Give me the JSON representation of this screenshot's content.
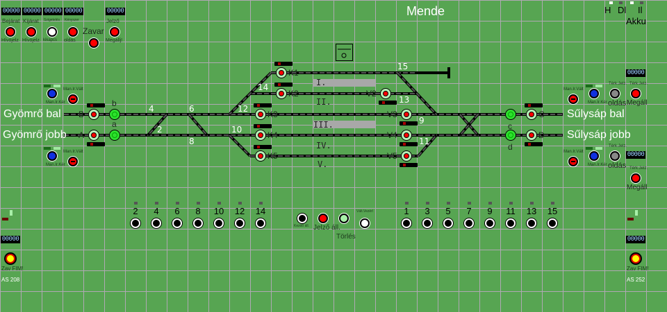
{
  "title": "Mende",
  "status_indicators": [
    "H",
    "Dl",
    "Akku",
    "Il"
  ],
  "top_counters": [
    "00000",
    "00000",
    "00000",
    "00000",
    "00000"
  ],
  "top_buttons": [
    {
      "top": "Bejárat",
      "bottom": "Hívójelz",
      "color": "red"
    },
    {
      "top": "Kijárat",
      "bottom": "Hívójelz",
      "color": "red"
    },
    {
      "top": "Szigetelés",
      "bottom": "kikapcs",
      "color": "white"
    },
    {
      "top": "Kényszer",
      "bottom": "oldás",
      "color": "red"
    },
    {
      "top": "Zavar",
      "bottom": "",
      "color": "red"
    },
    {
      "top": "Jelző",
      "bottom": "Megállj!",
      "color": "red"
    }
  ],
  "line_labels": {
    "left_top": "Gyömrő bal",
    "left_bottom": "Gyömrő jobb",
    "right_top": "Sűlysáp bal",
    "right_bottom": "Sűlysáp jobb"
  },
  "track_names": [
    "I.",
    "II.",
    "III.",
    "IV.",
    "V."
  ],
  "switch_numbers": [
    "2",
    "4",
    "6",
    "8",
    "10",
    "12",
    "14",
    "9",
    "11",
    "13",
    "15"
  ],
  "signals": [
    {
      "id": "B",
      "state": "red"
    },
    {
      "id": "A",
      "state": "red"
    },
    {
      "id": "b",
      "state": "green"
    },
    {
      "id": "a",
      "state": "green"
    },
    {
      "id": "C",
      "state": "red"
    },
    {
      "id": "D",
      "state": "red"
    },
    {
      "id": "c",
      "state": "green"
    },
    {
      "id": "d",
      "state": "green"
    },
    {
      "id": "K1",
      "state": "red"
    },
    {
      "id": "K2",
      "state": "red"
    },
    {
      "id": "K3",
      "state": "red"
    },
    {
      "id": "K4",
      "state": "red"
    },
    {
      "id": "K5",
      "state": "red"
    },
    {
      "id": "V2",
      "state": "red"
    },
    {
      "id": "V3",
      "state": "red"
    },
    {
      "id": "V4",
      "state": "red"
    },
    {
      "id": "V5",
      "state": "red"
    }
  ],
  "side_panels": {
    "man_kér": "Man.Ir.Kér",
    "man_vált": "Man.Ir.Vált",
    "terk_jelz": "Térk.Jelz.",
    "oldas": "oldás",
    "megall": "Megáll",
    "right_counters": [
      "00000",
      "00000"
    ]
  },
  "switch_buttons_left": [
    "2",
    "4",
    "6",
    "8",
    "10",
    "12",
    "14"
  ],
  "switch_buttons_right": [
    "1",
    "3",
    "5",
    "7",
    "9",
    "11",
    "13",
    "15"
  ],
  "control_buttons": [
    {
      "label": "Kezdő áll.",
      "color": "blk"
    },
    {
      "label": "Jelző áll.",
      "color": "red"
    },
    {
      "label": "Törlés",
      "color": "lgreen"
    },
    {
      "label": "Vált.Vezérl",
      "color": "white"
    }
  ],
  "bottom_left": {
    "counter": "00000",
    "zav": "Zav FIM!",
    "as": "AS 208"
  },
  "bottom_right": {
    "counter": "00000",
    "zav": "Zav FIM!",
    "as": "AS 252"
  },
  "colors": {
    "background": "#57a552",
    "grid": "#b0a8b4",
    "signal_red": "#ff0000",
    "signal_green": "#2ee02e"
  }
}
